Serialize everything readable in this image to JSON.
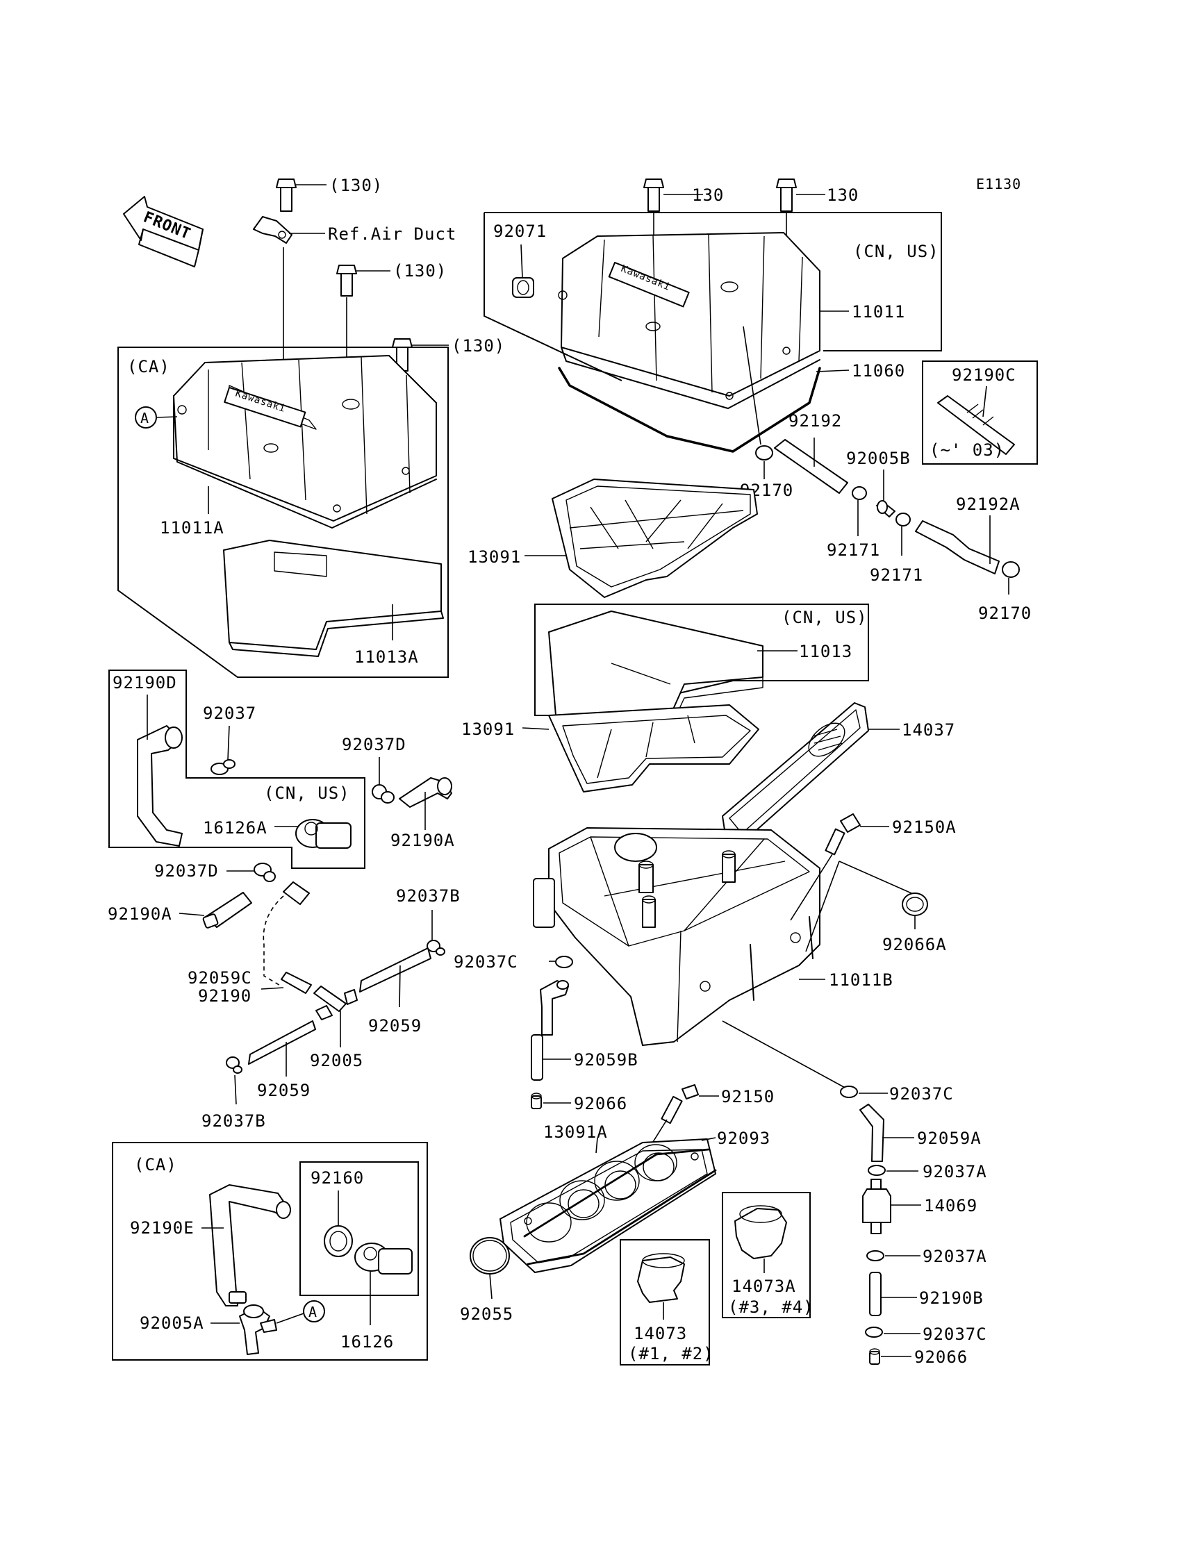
{
  "diagram_code": "E1130",
  "front_label": "FRONT",
  "labels": {
    "bolt_130_top_left": "(130)",
    "ref_air_duct": "Ref.Air Duct",
    "bolt_130_mid": "(130)",
    "bolt_130_ca": "(130)",
    "bolt_130_a": "130",
    "bolt_130_b": "130",
    "p92071": "92071",
    "cn_us_1": "(CN, US)",
    "p11011": "11011",
    "p11060": "11060",
    "p92190c": "92190C",
    "yr_03": "(~' 03)",
    "ca_1": "(CA)",
    "p11011a": "11011A",
    "p11013a": "11013A",
    "circle_a_1": "A",
    "p92192": "92192",
    "p92005b": "92005B",
    "p92170_1": "92170",
    "p92192a": "92192A",
    "p92171_1": "92171",
    "p92171_2": "92171",
    "p92170_2": "92170",
    "p13091_1": "13091",
    "cn_us_2": "(CN, US)",
    "p11013": "11013",
    "p13091_2": "13091",
    "p14037": "14037",
    "p92190d": "92190D",
    "p92037": "92037",
    "p92037d_1": "92037D",
    "cn_us_3": "(CN, US)",
    "p16126a": "16126A",
    "p92190a_1": "92190A",
    "p92150a": "92150A",
    "p92037d_2": "92037D",
    "p92190a_2": "92190A",
    "p92037b_1": "92037B",
    "p92037c_1": "92037C",
    "p92066a": "92066A",
    "p11011b": "11011B",
    "p92059c": "92059C",
    "p92190": "92190",
    "p92059_1": "92059",
    "p92005": "92005",
    "p92059b": "92059B",
    "p92059_2": "92059",
    "p92037b_2": "92037B",
    "p92066_1": "92066",
    "p92150": "92150",
    "p92037c_2": "92037C",
    "p13091a": "13091A",
    "p92093": "92093",
    "p92059a": "92059A",
    "ca_2": "(CA)",
    "p92160": "92160",
    "p92190e": "92190E",
    "p92005a": "92005A",
    "circle_a_2": "A",
    "p16126": "16126",
    "p92037a_1": "92037A",
    "p14069": "14069",
    "p92055": "92055",
    "p14073a": "14073A",
    "p3_4": "(#3, #4)",
    "p14073": "14073",
    "p1_2": "(#1, #2)",
    "p92037a_2": "92037A",
    "p92190b": "92190B",
    "p92037c_3": "92037C",
    "p92066_2": "92066"
  }
}
